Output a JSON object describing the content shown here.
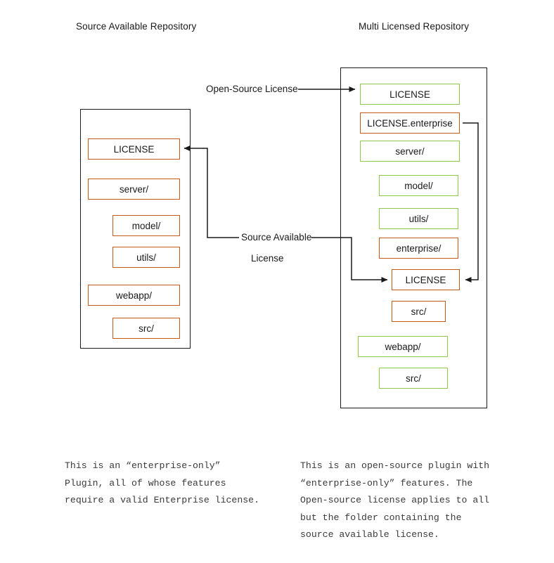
{
  "titles": {
    "left": "Source Available Repository",
    "right": "Multi Licensed Repository"
  },
  "colors": {
    "source_available": "#c15a16",
    "open_source": "#8fc74a",
    "outline": "#1a1a1a",
    "connector": "#1a1a1a",
    "background": "#ffffff",
    "caption_text": "#3a3a3a"
  },
  "left_repo": {
    "name": "Source Available Repository",
    "items": [
      {
        "label": "LICENSE",
        "license": "source-available",
        "indent": 0
      },
      {
        "label": "server/",
        "license": "source-available",
        "indent": 0
      },
      {
        "label": "model/",
        "license": "source-available",
        "indent": 1
      },
      {
        "label": "utils/",
        "license": "source-available",
        "indent": 1
      },
      {
        "label": "webapp/",
        "license": "source-available",
        "indent": 0
      },
      {
        "label": "src/",
        "license": "source-available",
        "indent": 1
      }
    ]
  },
  "right_repo": {
    "name": "Multi Licensed Repository",
    "items": [
      {
        "label": "LICENSE",
        "license": "open-source",
        "indent": 0
      },
      {
        "label": "LICENSE.enterprise",
        "license": "source-available",
        "indent": 0
      },
      {
        "label": "server/",
        "license": "open-source",
        "indent": 0
      },
      {
        "label": "model/",
        "license": "open-source",
        "indent": 1
      },
      {
        "label": "utils/",
        "license": "open-source",
        "indent": 1
      },
      {
        "label": "enterprise/",
        "license": "source-available",
        "indent": 1
      },
      {
        "label": "LICENSE",
        "license": "source-available",
        "indent": 1
      },
      {
        "label": "src/",
        "license": "source-available",
        "indent": 1
      },
      {
        "label": "webapp/",
        "license": "open-source",
        "indent": 0
      },
      {
        "label": "src/",
        "license": "open-source",
        "indent": 1
      }
    ]
  },
  "edge_labels": {
    "open_source_license": "Open-Source License",
    "source_available_line1": "Source Available",
    "source_available_line2": "License"
  },
  "captions": {
    "left": "This is an “enterprise-only”\nPlugin, all of whose features\nrequire a valid Enterprise license.",
    "right": "This is an open-source plugin with\n“enterprise-only” features. The\nOpen-source license applies to all\nbut the folder containing the\nsource available license."
  }
}
